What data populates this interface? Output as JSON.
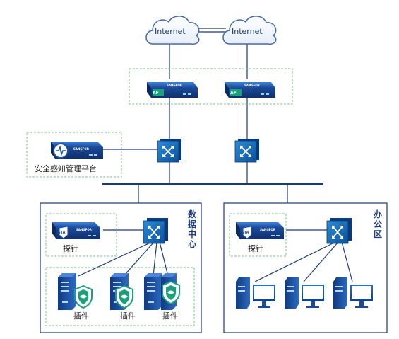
{
  "clouds": [
    {
      "label": "Internet"
    },
    {
      "label": "Internet"
    }
  ],
  "firewall_badge": "AF",
  "vendor_mark": "SANGFOR",
  "platform": {
    "label": "安全感知管理平台"
  },
  "zones": {
    "datacenter": {
      "title": "数据中心",
      "probe_badge": "STA",
      "probe_label": "探针",
      "plugins": [
        "插件",
        "插件",
        "插件"
      ]
    },
    "office": {
      "title": "办公区",
      "probe_badge": "STA",
      "probe_label": "探针"
    }
  },
  "colors": {
    "line": "#1b3a78",
    "dashed_group": "#7cc48a",
    "device_blue": "#1c4fa0",
    "shield_green": "#1aa07a"
  }
}
